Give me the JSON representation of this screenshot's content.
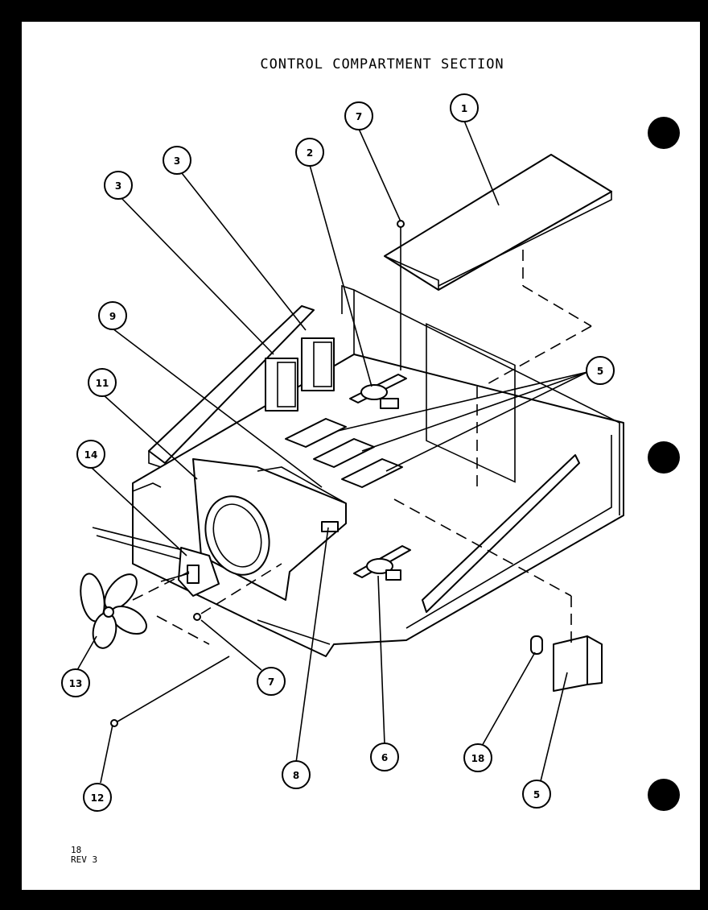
{
  "title": "CONTROL COMPARTMENT SECTION",
  "footer": {
    "page": "18",
    "rev": "REV 3"
  },
  "callouts": [
    "1",
    "2",
    "3",
    "3",
    "5",
    "5",
    "6",
    "7",
    "7",
    "8",
    "9",
    "11",
    "12",
    "13",
    "14",
    "18"
  ]
}
